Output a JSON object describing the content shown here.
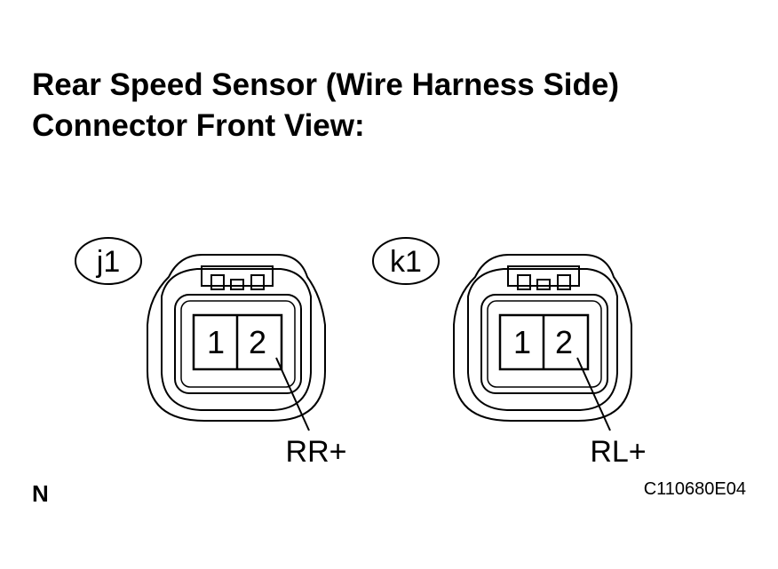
{
  "title": {
    "line1": "Rear Speed Sensor (Wire Harness Side)",
    "line2": "Connector Front View:"
  },
  "connectors": [
    {
      "id": "j1",
      "pins": [
        {
          "number": "1"
        },
        {
          "number": "2",
          "wire": "RR+"
        }
      ]
    },
    {
      "id": "k1",
      "pins": [
        {
          "number": "1"
        },
        {
          "number": "2",
          "wire": "RL+"
        }
      ]
    }
  ],
  "footer": {
    "left": "N",
    "code": "C110680E04"
  },
  "colors": {
    "line": "#000000",
    "background": "#ffffff"
  }
}
